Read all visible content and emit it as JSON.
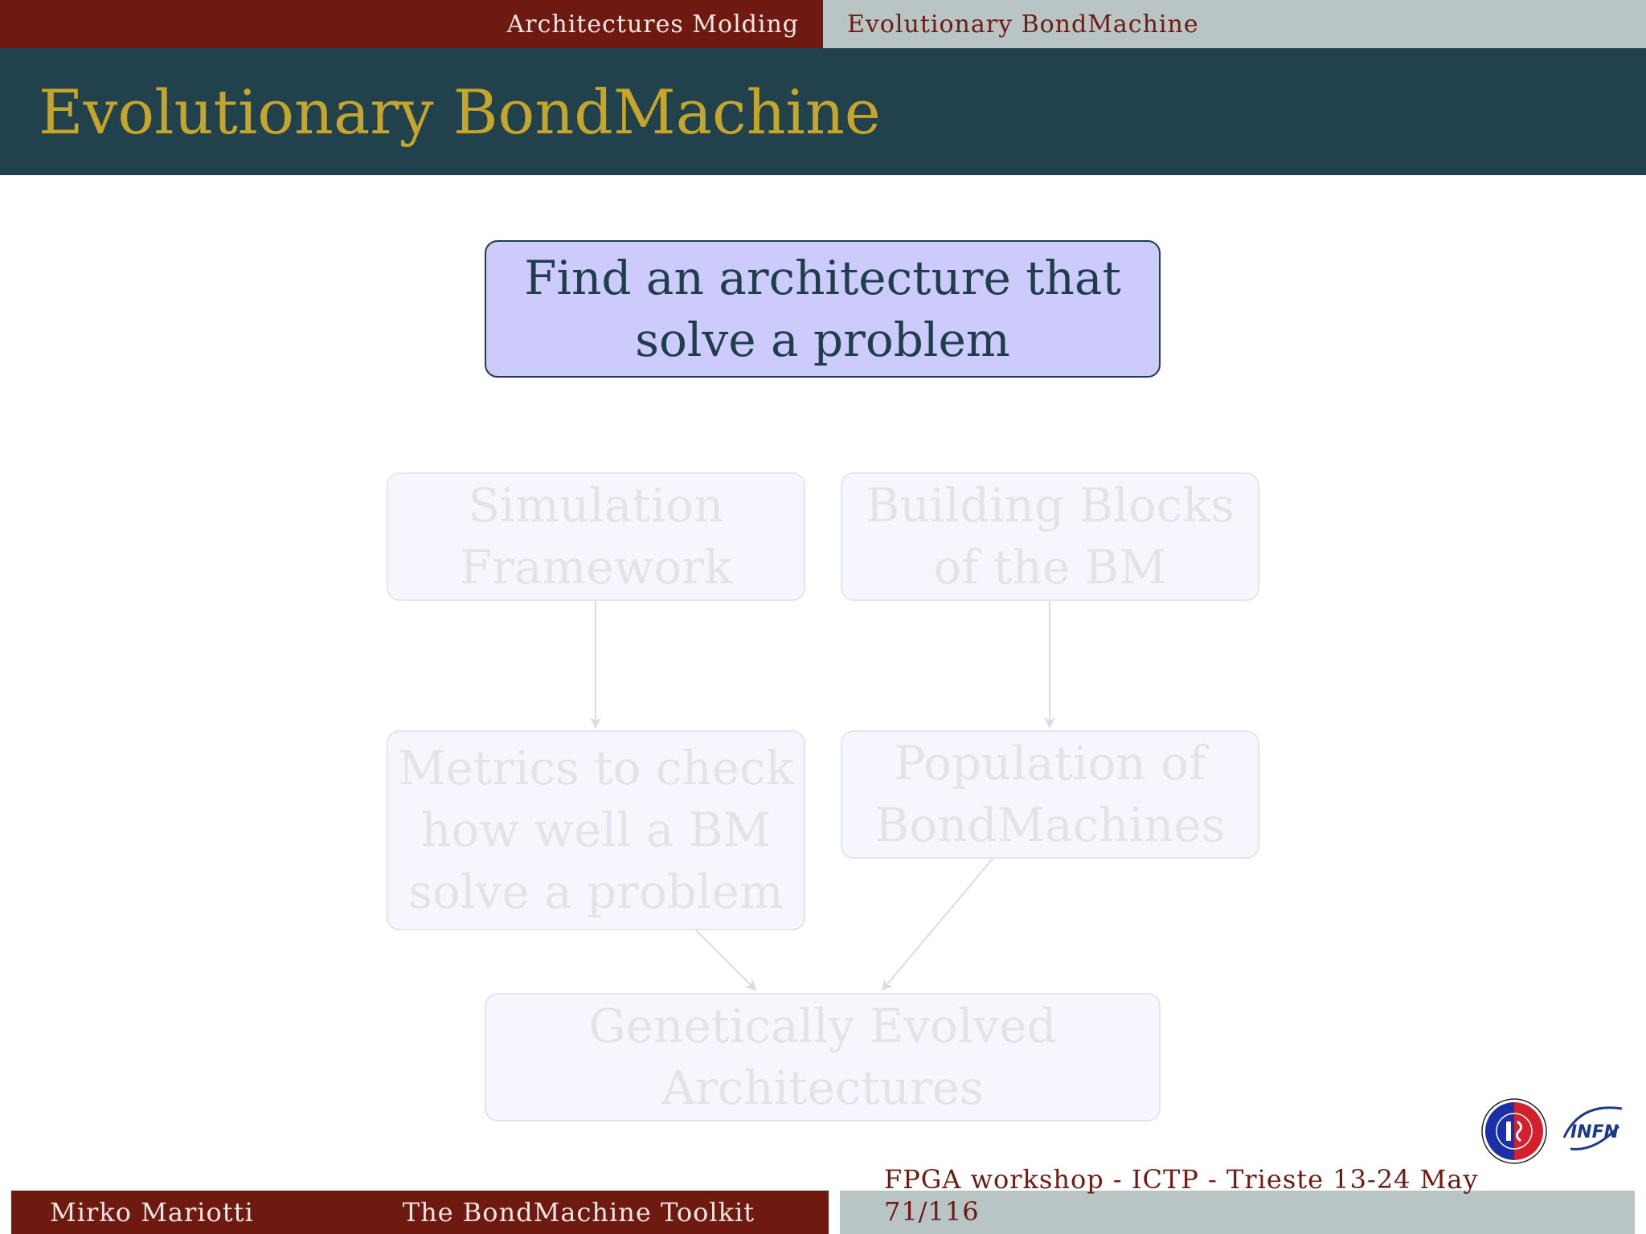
{
  "header": {
    "section": "Architectures Molding",
    "subsection": "Evolutionary BondMachine"
  },
  "slide": {
    "title": "Evolutionary BondMachine"
  },
  "diagram": {
    "main_node": "Find an architecture that\nsolve a problem",
    "nodes": {
      "simulation": "Simulation\nFramework",
      "building_blocks": "Building Blocks\nof the BM",
      "metrics": "Metrics to check\nhow well a BM\nsolve a problem",
      "population": "Population of\nBondMachines",
      "genetic": "Genetically Evolved\nArchitectures"
    }
  },
  "footer": {
    "author": "Mirko Mariotti",
    "short_title": "The BondMachine Toolkit",
    "event": "FPGA workshop - ICTP - Trieste 13-24 May",
    "page": "71/116"
  },
  "logos": [
    {
      "icon": "university-seal-icon",
      "colors": [
        "#1b2fa8",
        "#d4202a"
      ]
    },
    {
      "icon": "infn-logo-icon",
      "text": "INFN",
      "color": "#1b3a8c"
    }
  ]
}
